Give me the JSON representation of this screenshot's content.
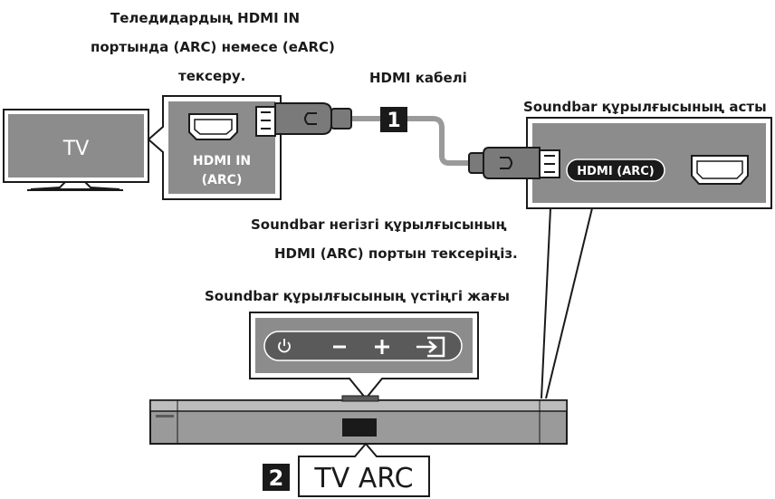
{
  "tv_check_line1": "Теледидардың HDMI IN",
  "tv_check_line2": "портында (ARC) немесе (eARC)",
  "tv_check_line3": "тексеру.",
  "hdmi_cable_label": "HDMI кабелі",
  "soundbar_bottom_label": "Soundbar құрылғысының асты",
  "check_port_line1": "Soundbar негізгі құрылғысының",
  "check_port_line2": "HDMI (ARC) портын тексеріңіз.",
  "soundbar_top_label": "Soundbar құрылғысының үстіңгі жағы",
  "tv_label": "TV",
  "tv_port_line1": "HDMI IN",
  "tv_port_line2": "(ARC)",
  "soundbar_port_label": "HDMI (ARC)",
  "step1": "1",
  "step2": "2",
  "tv_arc_label": "TV ARC",
  "colors": {
    "panel_gray": "#8c8c8c",
    "dark_gray": "#5a5a5a",
    "outline": "#1a1a1a",
    "cable": "#9a9a9a",
    "plug_body": "#7a7a7a"
  }
}
